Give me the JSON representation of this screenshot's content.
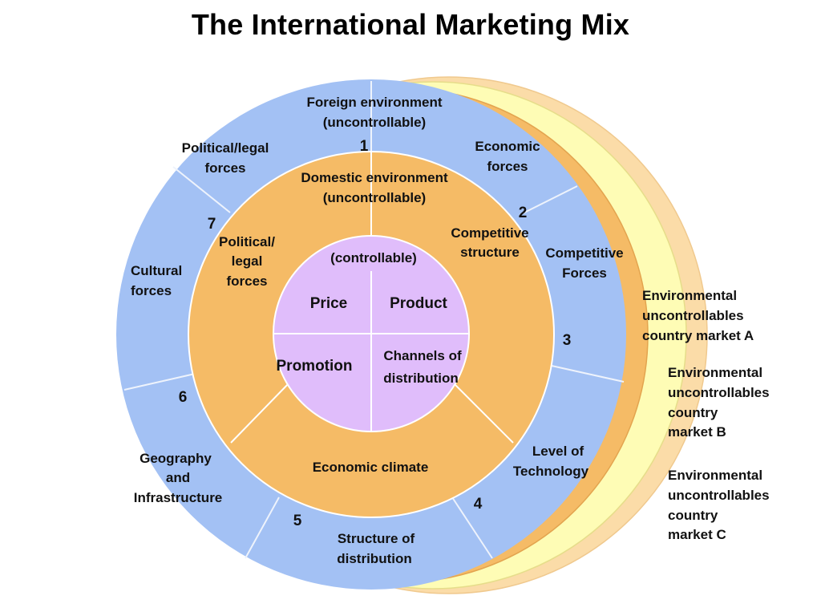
{
  "title": "The International Marketing  Mix",
  "colors": {
    "outer_ring": "#a3c1f4",
    "domestic_ring": "#f5bb66",
    "controllable_core": "#e0bdfb",
    "market_a_shell": "#f5bb66",
    "market_b_shell": "#fefcb5",
    "market_c_shell": "#fbdca8"
  },
  "foreign_environment": {
    "label_line1": "Foreign environment",
    "label_line2": "(uncontrollable)",
    "segments": [
      {
        "number": "1",
        "label_lines": [
          "Economic",
          "forces"
        ]
      },
      {
        "number": "2",
        "label_lines": [
          "Competitive",
          "Forces"
        ]
      },
      {
        "number": "3",
        "label_lines": [
          "Level of",
          "Technology"
        ]
      },
      {
        "number": "4",
        "label_lines": [
          "Structure of",
          "distribution"
        ]
      },
      {
        "number": "5",
        "label_lines": [
          "Geography",
          "and",
          "Infrastructure"
        ]
      },
      {
        "number": "6",
        "label_lines": [
          "Cultural",
          "forces"
        ]
      },
      {
        "number": "7",
        "label_lines": [
          "Political/legal",
          "forces"
        ]
      }
    ]
  },
  "domestic_environment": {
    "label_line1": "Domestic environment",
    "label_line2": "(uncontrollable)",
    "segments": [
      {
        "label_lines": [
          "Competitive",
          "structure"
        ]
      },
      {
        "label_lines": [
          "Economic climate"
        ]
      },
      {
        "label_lines": [
          "Political/",
          "legal",
          "forces"
        ]
      }
    ]
  },
  "controllable": {
    "label": "(controllable)",
    "quadrants": {
      "price": "Price",
      "product": "Product",
      "promotion": "Promotion",
      "channels_line1": "Channels of",
      "channels_line2": "distribution"
    }
  },
  "markets": [
    {
      "lines": [
        "Environmental",
        "uncontrollables",
        "country market A"
      ]
    },
    {
      "lines": [
        "Environmental",
        "uncontrollables",
        "country",
        "market B"
      ]
    },
    {
      "lines": [
        "Environmental",
        "uncontrollables",
        "country",
        "market C"
      ]
    }
  ]
}
